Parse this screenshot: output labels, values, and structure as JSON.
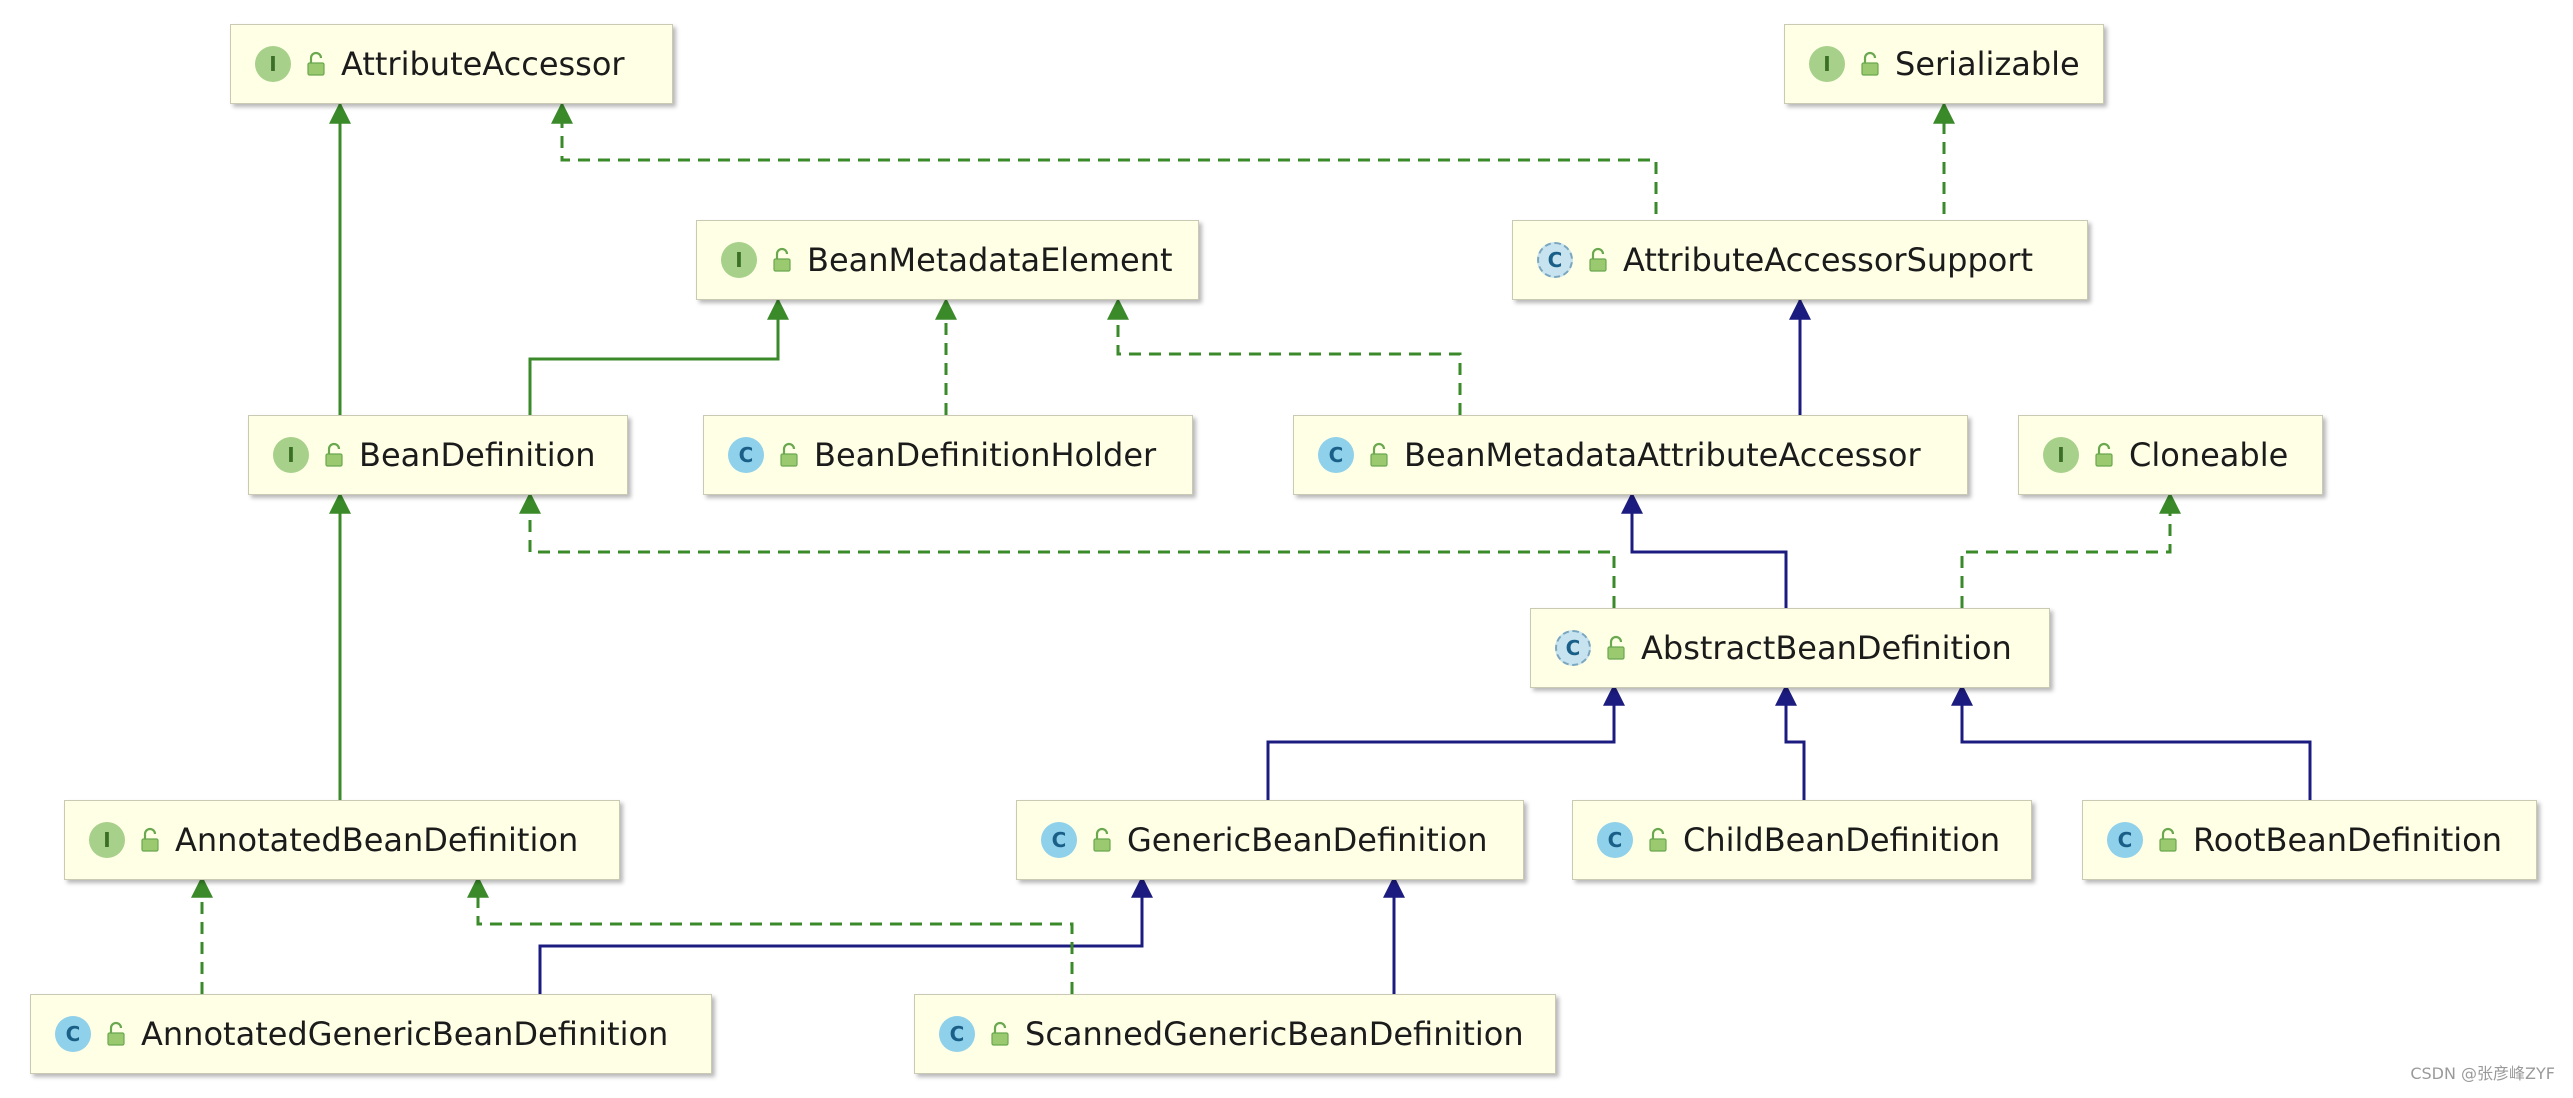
{
  "nodes": {
    "attribute_accessor": {
      "label": "AttributeAccessor",
      "kind": "I"
    },
    "serializable": {
      "label": "Serializable",
      "kind": "I"
    },
    "bean_metadata_element": {
      "label": "BeanMetadataElement",
      "kind": "I"
    },
    "attribute_accessor_support": {
      "label": "AttributeAccessorSupport",
      "kind": "C"
    },
    "bean_definition": {
      "label": "BeanDefinition",
      "kind": "I"
    },
    "bean_definition_holder": {
      "label": "BeanDefinitionHolder",
      "kind": "C"
    },
    "bean_metadata_attribute_accessor": {
      "label": "BeanMetadataAttributeAccessor",
      "kind": "C"
    },
    "cloneable": {
      "label": "Cloneable",
      "kind": "I"
    },
    "abstract_bean_definition": {
      "label": "AbstractBeanDefinition",
      "kind": "C"
    },
    "annotated_bean_definition": {
      "label": "AnnotatedBeanDefinition",
      "kind": "I"
    },
    "generic_bean_definition": {
      "label": "GenericBeanDefinition",
      "kind": "C"
    },
    "child_bean_definition": {
      "label": "ChildBeanDefinition",
      "kind": "C"
    },
    "root_bean_definition": {
      "label": "RootBeanDefinition",
      "kind": "C"
    },
    "annotated_generic_bean_definition": {
      "label": "AnnotatedGenericBeanDefinition",
      "kind": "C"
    },
    "scanned_generic_bean_definition": {
      "label": "ScannedGenericBeanDefinition",
      "kind": "C"
    }
  },
  "edges": [
    {
      "from": "bean_definition",
      "to": "attribute_accessor",
      "type": "extends-interface"
    },
    {
      "from": "attribute_accessor_support",
      "to": "attribute_accessor",
      "type": "implements"
    },
    {
      "from": "attribute_accessor_support",
      "to": "serializable",
      "type": "implements"
    },
    {
      "from": "bean_definition",
      "to": "bean_metadata_element",
      "type": "extends-interface"
    },
    {
      "from": "bean_definition_holder",
      "to": "bean_metadata_element",
      "type": "implements"
    },
    {
      "from": "bean_metadata_attribute_accessor",
      "to": "bean_metadata_element",
      "type": "implements"
    },
    {
      "from": "bean_metadata_attribute_accessor",
      "to": "attribute_accessor_support",
      "type": "extends"
    },
    {
      "from": "abstract_bean_definition",
      "to": "bean_metadata_attribute_accessor",
      "type": "extends"
    },
    {
      "from": "abstract_bean_definition",
      "to": "bean_definition",
      "type": "implements"
    },
    {
      "from": "abstract_bean_definition",
      "to": "cloneable",
      "type": "implements"
    },
    {
      "from": "annotated_bean_definition",
      "to": "bean_definition",
      "type": "extends-interface"
    },
    {
      "from": "generic_bean_definition",
      "to": "abstract_bean_definition",
      "type": "extends"
    },
    {
      "from": "child_bean_definition",
      "to": "abstract_bean_definition",
      "type": "extends"
    },
    {
      "from": "root_bean_definition",
      "to": "abstract_bean_definition",
      "type": "extends"
    },
    {
      "from": "annotated_generic_bean_definition",
      "to": "annotated_bean_definition",
      "type": "implements"
    },
    {
      "from": "annotated_generic_bean_definition",
      "to": "generic_bean_definition",
      "type": "extends"
    },
    {
      "from": "scanned_generic_bean_definition",
      "to": "annotated_bean_definition",
      "type": "implements"
    },
    {
      "from": "scanned_generic_bean_definition",
      "to": "generic_bean_definition",
      "type": "extends"
    }
  ],
  "colors": {
    "interface_edge": "#3a8a2a",
    "class_edge": "#1c1c80"
  },
  "watermark": "CSDN @张彦峰ZYF"
}
